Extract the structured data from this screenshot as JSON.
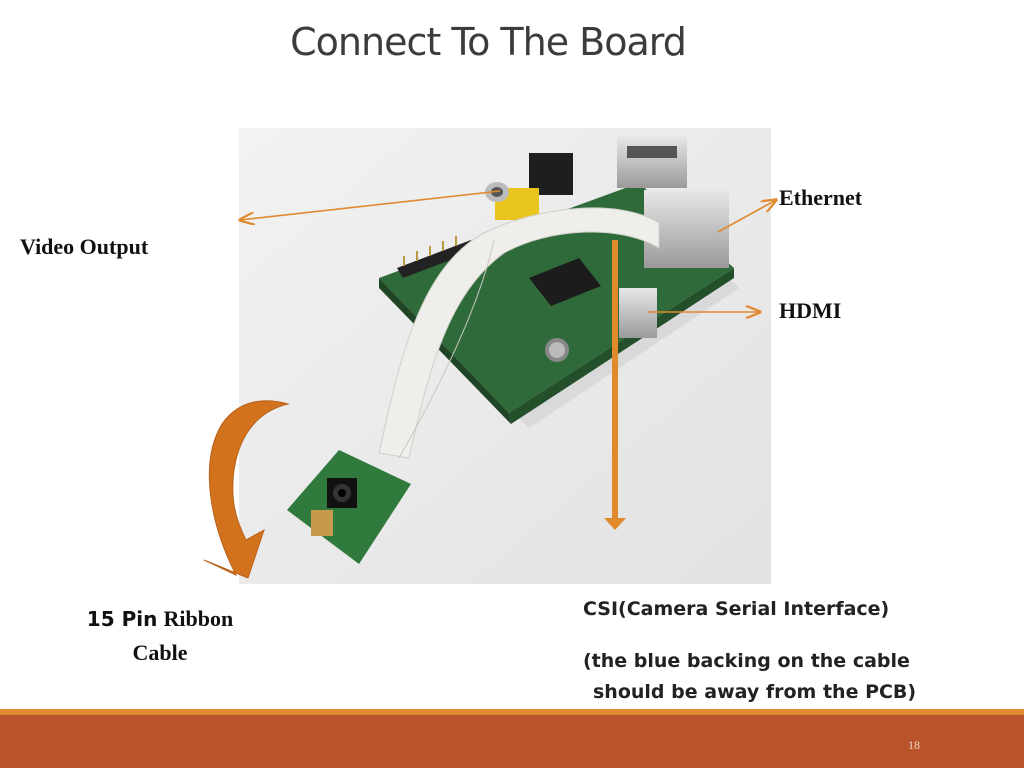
{
  "slide": {
    "title": "Connect To The Board",
    "labels": {
      "ethernet": "Ethernet",
      "video_output": "Video Output",
      "hdmi": "HDMI",
      "ribbon_line1_a": "15 Pin",
      "ribbon_line1_b": "Ribbon",
      "ribbon_line2": "Cable",
      "csi": "CSI(Camera Serial Interface)",
      "note_line1": "(the blue backing on the cable",
      "note_line2": "should be away from the PCB)"
    },
    "page_number": "18"
  },
  "colors": {
    "footer": "#b9532b",
    "footer_accent": "#e0892f",
    "arrow": "#e08a2c",
    "curved_arrow": "#d2721c",
    "title_text": "#3c3c3c"
  },
  "image": {
    "subject": "raspberry-pi-board-with-camera-module",
    "alt": ""
  }
}
